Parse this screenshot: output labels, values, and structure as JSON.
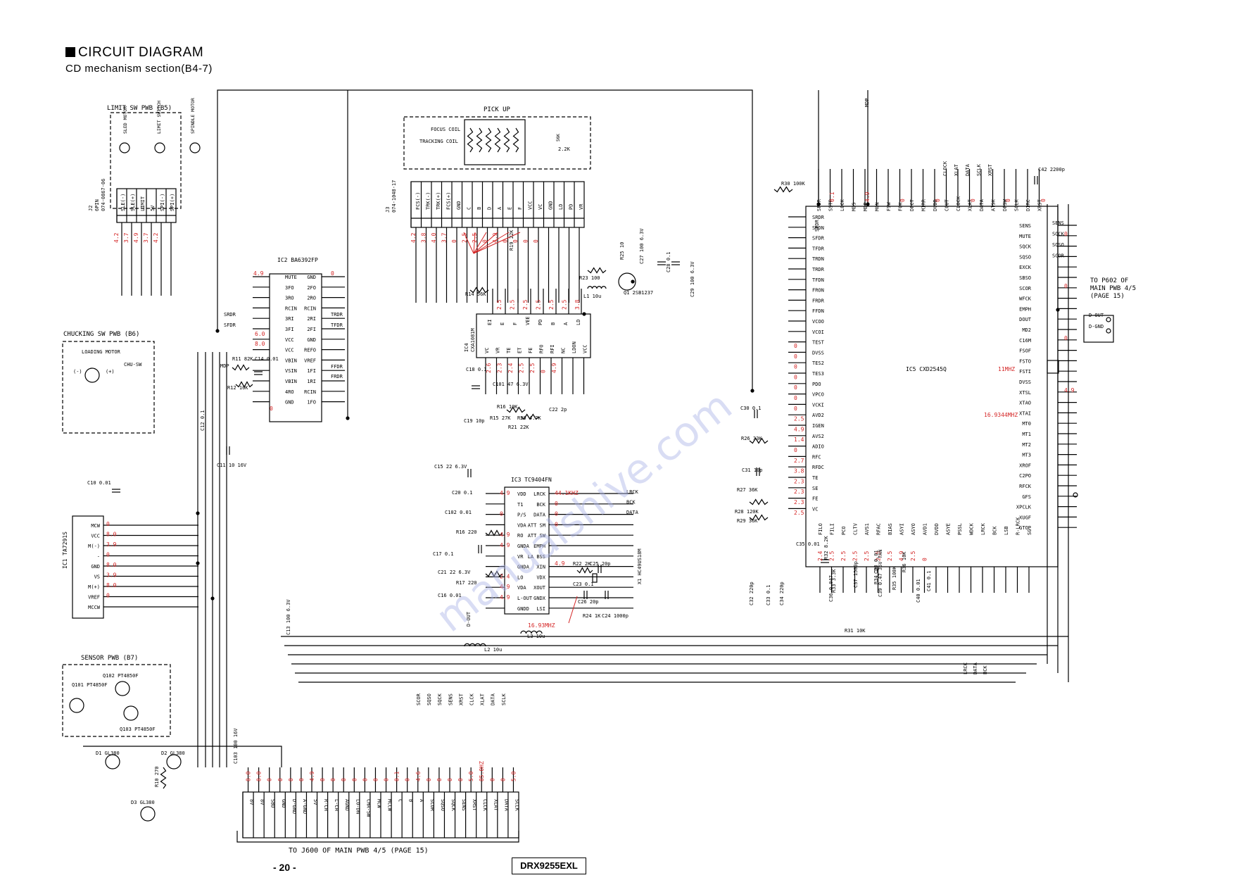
{
  "header": {
    "title": "CIRCUIT DIAGRAM",
    "subtitle": "CD mechanism section(B4-7)"
  },
  "footer": {
    "page": "- 20 -",
    "model": "DRX9255EXL"
  },
  "connectors": {
    "bottom_caption": "TO J600 OF MAIN PWB 4/5 (PAGE 15)",
    "right_caption": [
      "TO P602 OF",
      "MAIN PWB 4/5",
      "(PAGE 15)"
    ],
    "right_pins": [
      "D-OUT",
      "D-GND"
    ],
    "bottom_pins": [
      "8V",
      "8V",
      "SBD",
      "GND",
      "D-GND",
      "A-GND",
      "5V",
      "R-CH",
      "L-CH",
      "AGND",
      "LO-DN",
      "CHA-SW",
      "MCW",
      "MCCW",
      "C",
      "B",
      "A",
      "SCOR",
      "SQSO",
      "SQCK",
      "SENS",
      "XRST",
      "CLCK",
      "XLAT",
      "DATA",
      "SCLK"
    ],
    "bottom_voltages": [
      "8.0",
      "8.0",
      "0",
      "0",
      "0",
      "0",
      "4.9",
      "0",
      "0",
      "0",
      "0",
      "0",
      "0",
      "0",
      "0.1",
      "0",
      "4.6",
      "0",
      "0",
      "0",
      "0",
      "5.0",
      "85.0HZ",
      "0",
      "0",
      "5.0"
    ],
    "bottom_top_labels": [
      "SCOR",
      "SQSO",
      "SQCK",
      "SENS",
      "XRST",
      "CLCK",
      "XLAT",
      "DATA",
      "SCLK"
    ]
  },
  "boxes": {
    "limit_sw": "LIMIT SW PWB (B5)",
    "chucking_sw": "CHUCKING SW PWB (B6)",
    "sensor": "SENSOR PWB (B7)",
    "pickup": "PICK UP"
  },
  "limit_sw": {
    "parts": [
      "SLED MOTOR",
      "LIMIT SWITCH",
      "SPINDLE MOTOR"
    ],
    "conn_name": [
      "J2",
      "6PIN",
      "074-0867-06"
    ],
    "conn_pins": [
      "SLE(-)",
      "SLE(+)",
      "LIMIT",
      "5V",
      "SPI(-)",
      "SPI(+)"
    ],
    "voltages": [
      "4.2",
      "3.7",
      "4.9",
      "3.7",
      "4.2"
    ]
  },
  "pickup": {
    "conn_name": [
      "J3",
      "074-1048-17"
    ],
    "labels": [
      "FOCUS COIL",
      "TRACKING COIL"
    ],
    "pins": [
      "FCS(-)",
      "TRK(-)",
      "TRK(+)",
      "FCS(+)",
      "GND",
      "C",
      "B",
      "D",
      "A",
      "E",
      "F",
      "VCC",
      "VC",
      "GND",
      "LD",
      "PD",
      "VR"
    ],
    "voltages": [
      "4.2",
      "3.8",
      "4.0",
      "3.7",
      "0",
      "2.5",
      "2.5",
      "0",
      "4.9",
      "0",
      "0",
      "0",
      "0"
    ],
    "res": [
      "56K",
      "2.2K"
    ]
  },
  "ic2": {
    "name": "IC2 BA6392FP",
    "left_pins": [
      "MUTE",
      "3FO",
      "3RO",
      "RCIN",
      "3RI",
      "3FI",
      "VCC",
      "VCC",
      "VBIN",
      "VSIN",
      "VBIN",
      "4RO",
      "GND"
    ],
    "right_pins": [
      "GND",
      "2FO",
      "2RO",
      "RCIN",
      "2RI",
      "2FI",
      "GND",
      "REFO",
      "VREF",
      "1FI",
      "1RI",
      "RCIN",
      "1FO"
    ],
    "voltages_left": [
      "4.9",
      "6.0",
      "8.0",
      "0"
    ],
    "voltages_right": [
      "0"
    ],
    "nets": [
      "SRDR",
      "SFDR",
      "TRDR",
      "TFDR",
      "FFDR",
      "FRDR",
      "MDP"
    ]
  },
  "ic4": {
    "name": [
      "IC4",
      "CXA1081M"
    ],
    "top_pins": [
      "EI",
      "E",
      "F",
      "VEE",
      "PD",
      "B",
      "A",
      "LD"
    ],
    "bottom_pins": [
      "VC",
      "VR",
      "TE",
      "ET",
      "FE",
      "RFO",
      "RFI",
      "NC",
      "LDON",
      "VCC"
    ],
    "voltages_top": [
      "2.5",
      "2.5",
      "2.5",
      "2.5",
      "2.5",
      "2.5",
      "3.8"
    ],
    "voltages_bottom": [
      "2.6",
      "2.3",
      "2.4",
      "2.5",
      "2.5",
      "0",
      "4.9"
    ],
    "parts": [
      "R19 22K",
      "R14 56K",
      "C18 0.1",
      "C101 47 6.3V",
      "C19 10p",
      "R15 27K",
      "R16 10K",
      "R20 4.7K",
      "R21 22K",
      "C22 2p",
      "R23 100",
      "L1 10u",
      "R25 10",
      "Q1 2SB1237",
      "C27 100 6.3V",
      "C28 0.1",
      "C29 100 6.3V"
    ]
  },
  "ic3": {
    "name": "IC3 TC9404FN",
    "left_pins": [
      "VDD",
      "T1",
      "P/S",
      "VDA",
      "RO",
      "GNDA",
      "VR",
      "GNDA",
      "LO",
      "VDA",
      "L-OUT",
      "GNDD"
    ],
    "right_pins": [
      "LRCK",
      "BCK",
      "DATA",
      "ATT SM",
      "ATT SW",
      "EMPH",
      "LA BSS",
      "XIN",
      "VDX",
      "XOUT",
      "GNDX",
      "LSI"
    ],
    "voltages_left": [
      "4.9",
      "0",
      "4.9",
      "4.9",
      "2.4",
      "4.9",
      "4.9"
    ],
    "voltages_right": [
      "44.1KHZ",
      "0",
      "0",
      "0",
      "4.9"
    ],
    "nets": [
      "LRCK",
      "BCK",
      "DATA"
    ],
    "parts": [
      "C15 22 6.3V",
      "C20 0.1",
      "C102 0.01",
      "R16 220",
      "C17 0.1",
      "C21 22 6.3V",
      "R17 220",
      "C16 0.01",
      "R22 2K",
      "C25 20p",
      "C23 0.1",
      "C26 20p",
      "R24 1K",
      "C24 1000p",
      "X1 HC49US18M",
      "L2 10u",
      "L3 10u",
      "C13 100 6.3V"
    ],
    "crystal_freq": "16.93MHZ",
    "d_out": "D-OUT"
  },
  "ic5": {
    "name": "IC5 CXD2545Q",
    "xtal_a": "11MHZ",
    "xtal_b": "16.9344MHZ",
    "left_pins": [
      "SRDR",
      "SRDN",
      "SFDR",
      "TFDR",
      "TRDN",
      "TRDR",
      "TFDN",
      "FRON",
      "FRDR",
      "FFDN",
      "VCOO",
      "VCOI",
      "TEST",
      "DVSS",
      "TES2",
      "TES3",
      "PDO",
      "VPCO",
      "VCKI",
      "AVD2",
      "IGEN",
      "AVS2",
      "ADIO",
      "RFC",
      "RFDC",
      "TE",
      "SE",
      "FE",
      "VC"
    ],
    "right_pins": [
      "SENS",
      "MUTE",
      "SQCK",
      "SQSO",
      "EXCK",
      "SBSO",
      "SCOR",
      "WFCK",
      "EMPH",
      "DOUT",
      "MD2",
      "C16M",
      "FSOF",
      "FSTO",
      "FSTI",
      "DVSS",
      "XTSL",
      "XTAO",
      "XTAI",
      "MT0",
      "MT1",
      "MT2",
      "MT3",
      "XROF",
      "C2PO",
      "RFCK",
      "GFS",
      "XPCLK",
      "XUGF",
      "GTOP"
    ],
    "top_pins": [
      "SFDR",
      "SSTP",
      "LOCK",
      "MDS",
      "MDP",
      "MON",
      "FSW",
      "FOK",
      "DFCT",
      "MIRR",
      "DVDD",
      "COUT",
      "CLOCK",
      "XLAT",
      "DATA",
      "ATSK",
      "DFSW",
      "SCLK",
      "DIRC",
      "XRST"
    ],
    "bottom_pins": [
      "FILO",
      "FILI",
      "PCO",
      "CLTV",
      "AVS1",
      "RFAC",
      "BIAS",
      "ASYI",
      "ASYO",
      "AVD1",
      "DVDD",
      "ASYE",
      "PSSL",
      "WDCK",
      "LRCK",
      "BCK",
      "LSB",
      "R-LRCK",
      "SG"
    ],
    "left_voltages": [
      "0",
      "0",
      "0",
      "0",
      "0",
      "0",
      "0",
      "2.5",
      "4.9",
      "1.4",
      "0",
      "2.7",
      "3.8",
      "2.3",
      "2.3",
      "2.3",
      "2.5"
    ],
    "top_voltages": [
      "0.1",
      "4.9",
      "0",
      "0",
      "0",
      "0",
      "0"
    ],
    "bottom_voltages": [
      "2.4",
      "2.5",
      "2.5",
      "2.5",
      "2.5",
      "2.5",
      "2.5",
      "4.9",
      "2.5",
      "0"
    ],
    "right_voltages": [
      "0",
      "0",
      "0",
      "4.9"
    ],
    "top_nets": [
      "SFDR",
      "MDP",
      "CLOCK",
      "XLAT",
      "DATA",
      "SCLK",
      "XRST"
    ],
    "right_nets": [
      "SENS",
      "SQCK",
      "SQSO",
      "SCOR"
    ],
    "parts": [
      "R30 100K",
      "C42 2200p",
      "C30 0.1",
      "R26 33K",
      "C31 10p",
      "R27 36K",
      "R28 120K",
      "R29 36K",
      "C32 220p",
      "C33 0.1",
      "C34 220p",
      "C35 0.01",
      "R32 8.2K",
      "C36 0.047",
      "R33 3.3K",
      "C37 1500p",
      "C38 0.01",
      "R34 1M",
      "C39 0.47 35V TAN",
      "R35 100K",
      "R36 10K",
      "C40 0.01",
      "C41 0.1",
      "R31 10K"
    ],
    "bottom_nets": [
      "LRCK",
      "DATA",
      "BCK"
    ]
  },
  "ic1": {
    "name": "IC1 TA7291S",
    "pins": [
      "MCW",
      "VCC",
      "M(-)",
      "-",
      "GND",
      "VS",
      "M(+)",
      "VREF",
      "MCCW"
    ],
    "voltages": [
      "0",
      "8.0",
      "3.9",
      "0",
      "8.0",
      "3.9",
      "8.0",
      "0"
    ]
  },
  "chucking": {
    "parts": [
      "LOADING MOTOR",
      "CHU-SW"
    ],
    "signs": [
      "(-)",
      "(+)"
    ]
  },
  "ic2_parts": [
    "R11 82K",
    "C14 0.01",
    "R12 10K",
    "C12 0.1",
    "C11 10 16V",
    "C10 0.01"
  ],
  "sensor": {
    "parts": [
      "Q101 PT4850F",
      "Q102 PT4850F",
      "Q103 PT4850F"
    ]
  },
  "leds": {
    "parts": [
      "D1 GL380",
      "D2 GL380",
      "D3 GL380",
      "R10 270",
      "C103 100 16V"
    ]
  },
  "watermark": "manualshive.com",
  "colors": {
    "line": "#000000",
    "voltage": "#d42424",
    "watermark": "#aab4e6"
  }
}
